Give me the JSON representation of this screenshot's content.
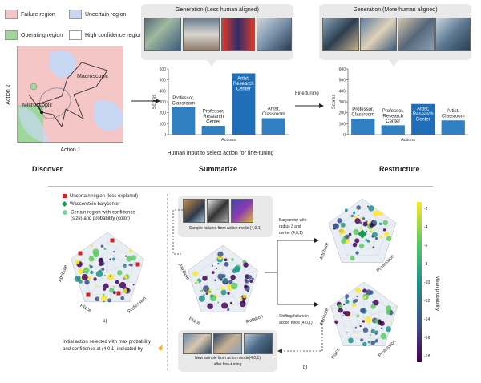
{
  "legend_top": {
    "failure": "Failure region",
    "uncertain": "Uncertain region",
    "operating": "Operating region",
    "high_conf": "High confidence region"
  },
  "discover_panel": {
    "xlabel": "Action 1",
    "ylabel": "Action 2",
    "macroscopic": "Macroscopic",
    "microscopic": "Microscopic"
  },
  "stages": {
    "discover": "Discover",
    "summarize": "Summarize",
    "restructure": "Restructure"
  },
  "gen_less": "Generation (Less human aligned)",
  "gen_more": "Generation (More human aligned)",
  "human_input": "Human input to select action for fine-tuning",
  "fine_tuning": "Fine tuning",
  "bottom": {
    "uncertain_legend": "Uncertain region (less explored)",
    "wasserstein_legend": "Wasserstein barycenter",
    "certain_legend_1": "Certain region with confidence",
    "certain_legend_2": "(size) and probability (color)",
    "attribute": "Attribute",
    "place": "Place",
    "profession": "Profession",
    "relation": "Relation",
    "label_a": "a)",
    "label_b": "b)",
    "sample_failures": "Sample failures from action mode (4,0,1)",
    "barycenter_1": "Barycenter with",
    "barycenter_2": "radius 3 and",
    "barycenter_3": "center (4,0,1)",
    "shifting_1": "Shifting failure in",
    "shifting_2": "action node (4,0,1)",
    "initial_1": "Initial action selected with max probability",
    "initial_2": "and confidence at (4,0,1) indicated by",
    "new_sample_1": "New sample from action mode(4,0,1)",
    "new_sample_2": "after fine-tuning",
    "colorbar_title": "Mean probability",
    "colorbar_ticks": [
      "-2",
      "-4",
      "-6",
      "-8",
      "-10",
      "-12",
      "-14",
      "-16",
      "-18"
    ]
  },
  "colors": {
    "failure": "#f4c6c6",
    "uncertain": "#c8d8f4",
    "operating": "#9fd79a",
    "bar": "#2f7fc1",
    "bar_highlight": "#1f6fb8"
  },
  "chart_data": [
    {
      "type": "bar",
      "title": "",
      "xlabel": "Actions",
      "ylabel": "Scores",
      "ylim": [
        0,
        600
      ],
      "yticks": [
        "0",
        "100",
        "200",
        "300",
        "400",
        "500",
        "600"
      ],
      "categories": [
        "Professor, Classroom",
        "Professor, Research Center",
        "Artist, Research Center",
        "Artist, Classroom"
      ],
      "category_lines": [
        [
          "Professor,",
          "Classroom"
        ],
        [
          "Professor,",
          "Research",
          "Center"
        ],
        [
          "Artist,",
          "Research",
          "Center"
        ],
        [
          "Artist,",
          "Classroom"
        ]
      ],
      "values": [
        250,
        80,
        560,
        150
      ],
      "highlight": 2
    },
    {
      "type": "bar",
      "title": "",
      "xlabel": "Actions",
      "ylabel": "Scores",
      "ylim": [
        0,
        600
      ],
      "yticks": [
        "0",
        "100",
        "200",
        "300",
        "400",
        "500",
        "600"
      ],
      "categories": [
        "Professor, Classroom",
        "Professor, Research Center",
        "Artist, Research Center",
        "Artist, Classroom"
      ],
      "category_lines": [
        [
          "Professor,",
          "Classroom"
        ],
        [
          "Professor,",
          "Research",
          "Center"
        ],
        [
          "Artist,",
          "Research",
          "Center"
        ],
        [
          "Artist,",
          "Classroom"
        ]
      ],
      "values": [
        145,
        85,
        280,
        130
      ],
      "highlight": 2
    }
  ]
}
